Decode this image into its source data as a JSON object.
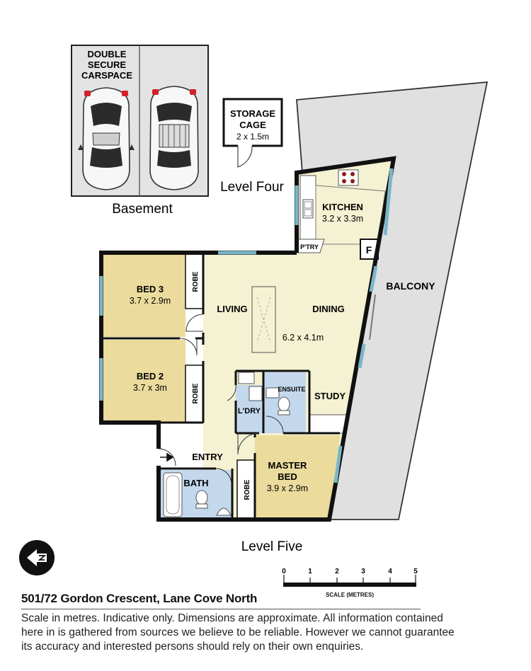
{
  "basement": {
    "label": "Basement",
    "carspace_line1": "DOUBLE",
    "carspace_line2": "SECURE",
    "carspace_line3": "CARSPACE"
  },
  "level_four": {
    "label": "Level Four",
    "storage_line1": "STORAGE",
    "storage_line2": "CAGE",
    "storage_dims": "2 x 1.5m"
  },
  "level_five": {
    "label": "Level Five",
    "rooms": {
      "kitchen": "KITCHEN",
      "kitchen_dims": "3.2 x 3.3m",
      "pantry": "P'TRY",
      "fridge": "F",
      "balcony": "BALCONY",
      "bed3": "BED 3",
      "bed3_dims": "3.7 x 2.9m",
      "bed2": "BED 2",
      "bed2_dims": "3.7 x 3m",
      "robe": "ROBE",
      "living": "LIVING",
      "dining": "DINING",
      "living_dims": "6.2 x 4.1m",
      "ensuite": "ENSUITE",
      "laundry": "L'DRY",
      "study": "STUDY",
      "entry": "ENTRY",
      "bath": "BATH",
      "master_line1": "MASTER",
      "master_line2": "BED",
      "master_dims": "3.9 x 2.9m"
    }
  },
  "scale": {
    "ticks": [
      "0",
      "1",
      "2",
      "3",
      "4",
      "5"
    ],
    "label": "SCALE (METRES)"
  },
  "colors": {
    "wall": "#111111",
    "room_tan": "#ebdb9c",
    "room_cream": "#f4f2d2",
    "wet_blue": "#c3d8ed",
    "balcony": "#e0e0e0",
    "window": "#7bb6c9"
  },
  "footer": {
    "address": "501/72 Gordon Crescent, Lane Cove North",
    "disclaimer": "Scale in metres. Indicative only. Dimensions are approximate. All information contained here in is gathered from sources we believe to be reliable. However we cannot guarantee its accuracy and interested persons should rely on their own enquiries."
  }
}
